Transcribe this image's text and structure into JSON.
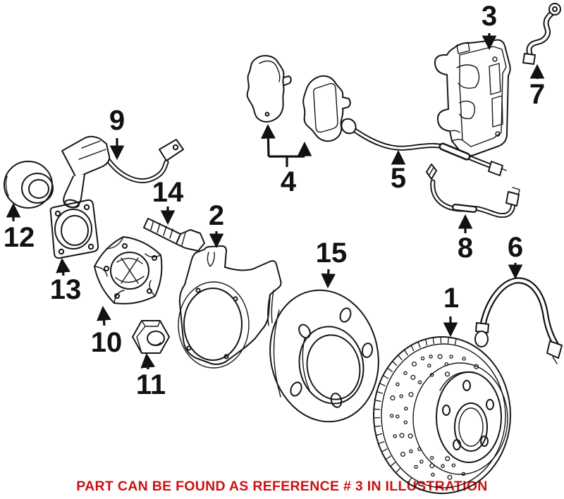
{
  "diagram": {
    "kind": "exploded-parts-illustration",
    "line_color": "#161616",
    "background_color": "#ffffff",
    "callouts": [
      {
        "ref": "1",
        "part": "cross-drilled-brake-disc-rotor"
      },
      {
        "ref": "2",
        "part": "brake-splash-shield"
      },
      {
        "ref": "3",
        "part": "brake-caliper"
      },
      {
        "ref": "4",
        "part": "brake-pad-set"
      },
      {
        "ref": "5",
        "part": "pad-wear-sensor-wire"
      },
      {
        "ref": "6",
        "part": "brake-hose"
      },
      {
        "ref": "7",
        "part": "brake-line"
      },
      {
        "ref": "8",
        "part": "brake-pipe"
      },
      {
        "ref": "9",
        "part": "abs-wheel-speed-sensor"
      },
      {
        "ref": "10",
        "part": "wheel-hub"
      },
      {
        "ref": "11",
        "part": "axle-nut"
      },
      {
        "ref": "12",
        "part": "wheel-bearing"
      },
      {
        "ref": "13",
        "part": "bearing-flange-plate"
      },
      {
        "ref": "14",
        "part": "hub-bolt"
      },
      {
        "ref": "15",
        "part": "wheel-hub-flange"
      }
    ],
    "footer": {
      "text": "PART CAN BE FOUND AS REFERENCE # 3 IN ILLUSTRATION",
      "color": "#cc1111",
      "highlighted_reference": "3"
    }
  }
}
